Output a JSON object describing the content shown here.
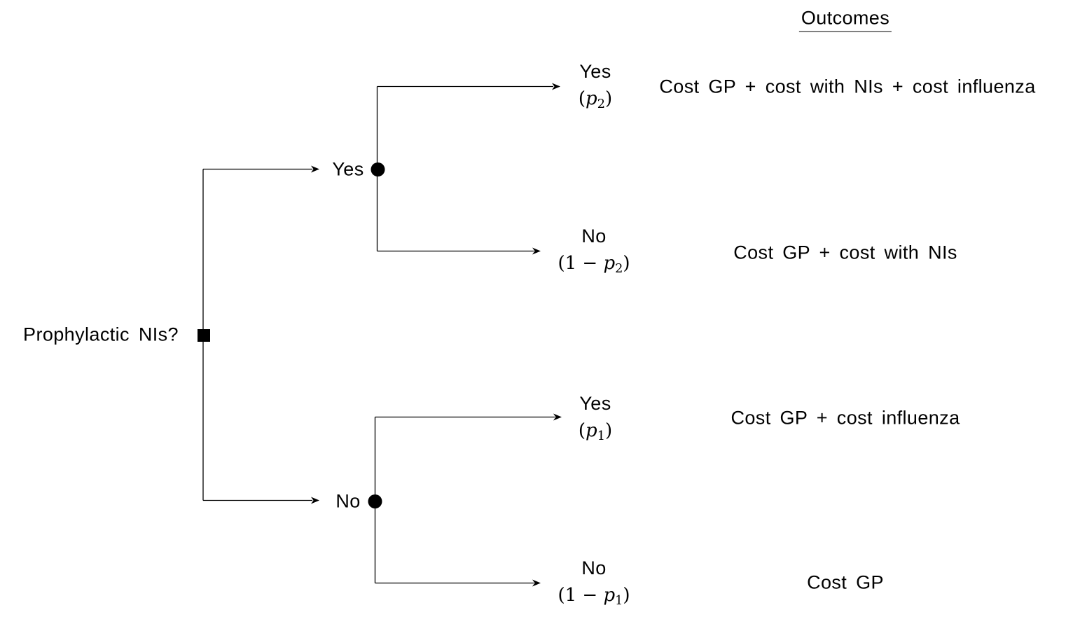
{
  "colors": {
    "background": "#ffffff",
    "line": "#000000",
    "text": "#000000"
  },
  "header": {
    "outcomes_label": "Outcomes"
  },
  "root": {
    "question": "Prophylactic NIs?",
    "node_type": "decision-square"
  },
  "decision_branches": [
    {
      "label": "Yes",
      "node_type": "chance-circle"
    },
    {
      "label": "No",
      "node_type": "chance-circle"
    }
  ],
  "branches": [
    {
      "parent": "Yes",
      "label": "Yes",
      "prob": {
        "open": "(",
        "var": "p",
        "sub": "2",
        "close": ")"
      },
      "outcome": "Cost GP + cost with NIs + cost influenza"
    },
    {
      "parent": "Yes",
      "label": "No",
      "prob": {
        "open": "(1 − ",
        "var": "p",
        "sub": "2",
        "close": ")"
      },
      "outcome": "Cost GP + cost with NIs"
    },
    {
      "parent": "No",
      "label": "Yes",
      "prob": {
        "open": "(",
        "var": "p",
        "sub": "1",
        "close": ")"
      },
      "outcome": "Cost GP + cost influenza"
    },
    {
      "parent": "No",
      "label": "No",
      "prob": {
        "open": "(1 − ",
        "var": "p",
        "sub": "1",
        "close": ")"
      },
      "outcome": "Cost GP"
    }
  ]
}
